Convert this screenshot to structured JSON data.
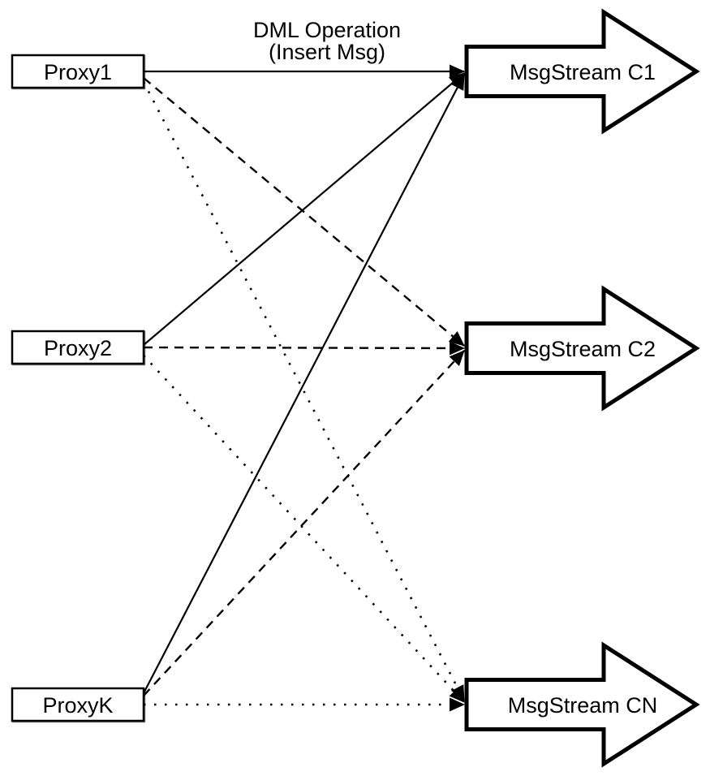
{
  "diagram": {
    "annotation": {
      "line1": "DML Operation",
      "line2": "(Insert Msg)"
    },
    "proxies": [
      {
        "label": "Proxy1"
      },
      {
        "label": "Proxy2"
      },
      {
        "label": "ProxyK"
      }
    ],
    "streams": [
      {
        "label": "MsgStream C1"
      },
      {
        "label": "MsgStream C2"
      },
      {
        "label": "MsgStream CN"
      }
    ],
    "edges": [
      {
        "from": "Proxy1",
        "to": "MsgStream C1",
        "style": "solid"
      },
      {
        "from": "Proxy2",
        "to": "MsgStream C1",
        "style": "solid"
      },
      {
        "from": "ProxyK",
        "to": "MsgStream C1",
        "style": "solid"
      },
      {
        "from": "Proxy1",
        "to": "MsgStream C2",
        "style": "dashed"
      },
      {
        "from": "Proxy2",
        "to": "MsgStream C2",
        "style": "dashed"
      },
      {
        "from": "ProxyK",
        "to": "MsgStream C2",
        "style": "dashed"
      },
      {
        "from": "Proxy1",
        "to": "MsgStream CN",
        "style": "dotted"
      },
      {
        "from": "Proxy2",
        "to": "MsgStream CN",
        "style": "dotted"
      },
      {
        "from": "ProxyK",
        "to": "MsgStream CN",
        "style": "dotted"
      }
    ],
    "colors": {
      "stroke": "#000000",
      "fill": "#ffffff",
      "background": "#ffffff"
    }
  }
}
